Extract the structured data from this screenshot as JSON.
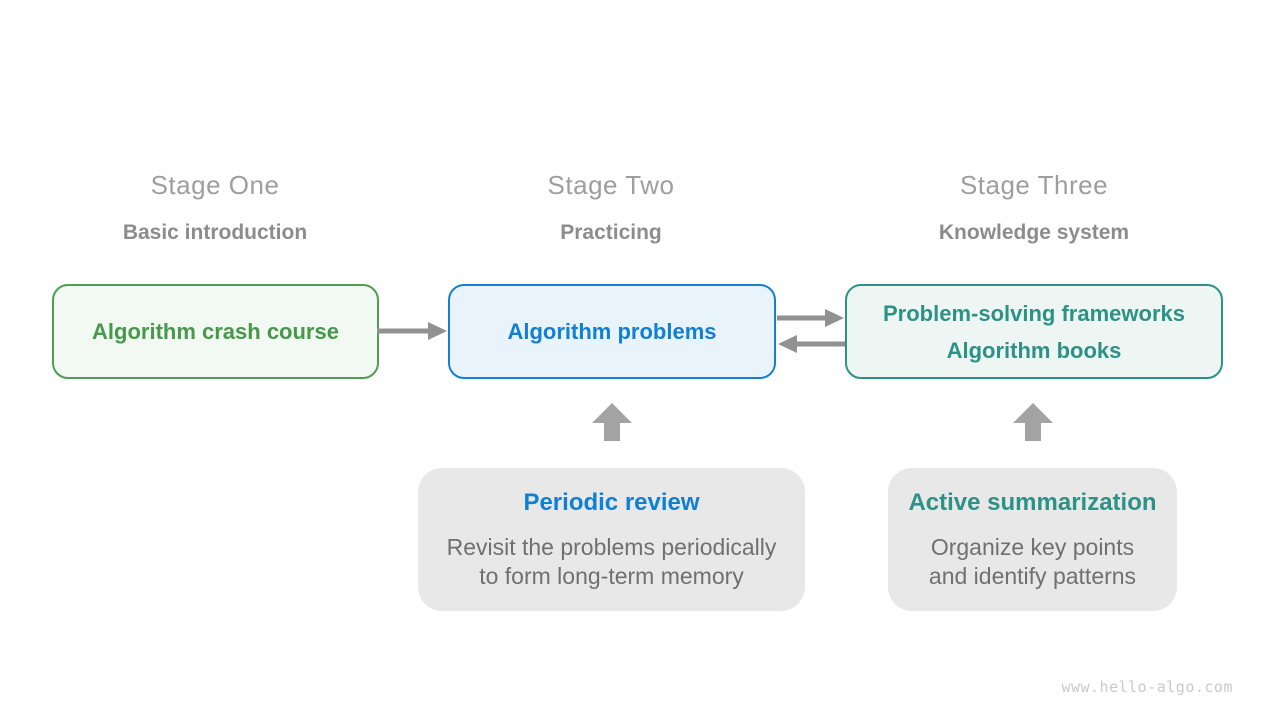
{
  "stages": [
    {
      "title": "Stage One",
      "subtitle": "Basic introduction",
      "box": {
        "lines": [
          "Algorithm crash course"
        ]
      }
    },
    {
      "title": "Stage Two",
      "subtitle": "Practicing",
      "box": {
        "lines": [
          "Algorithm problems"
        ]
      }
    },
    {
      "title": "Stage Three",
      "subtitle": "Knowledge system",
      "box": {
        "lines": [
          "Problem-solving frameworks",
          "Algorithm books"
        ]
      }
    }
  ],
  "notes": [
    {
      "title": "Periodic review",
      "description": [
        "Revisit the problems periodically",
        "to form long-term memory"
      ]
    },
    {
      "title": "Active summarization",
      "description": [
        "Organize key points",
        "and identify patterns"
      ]
    }
  ],
  "watermark": {
    "text": "www.hello-algo.com"
  },
  "colors": {
    "stage_title_gray": "#9e9e9e",
    "stage_subtitle_gray": "#8c8c8c",
    "green_border": "#4d9e52",
    "green_text": "#47984c",
    "green_bg": "#f2f8f2",
    "blue_border": "#1580d2",
    "blue_text": "#117fd3",
    "blue_bg": "#e9f3fc",
    "teal_border": "#2d9186",
    "teal_text": "#2d9186",
    "teal_bg": "#eef6f4",
    "note_bg": "#e8e8e8",
    "note_description_gray": "#707070",
    "arrow_gray": "#919191",
    "block_arrow_gray": "#a3a3a3",
    "watermark_gray": "#c9c9c9"
  }
}
